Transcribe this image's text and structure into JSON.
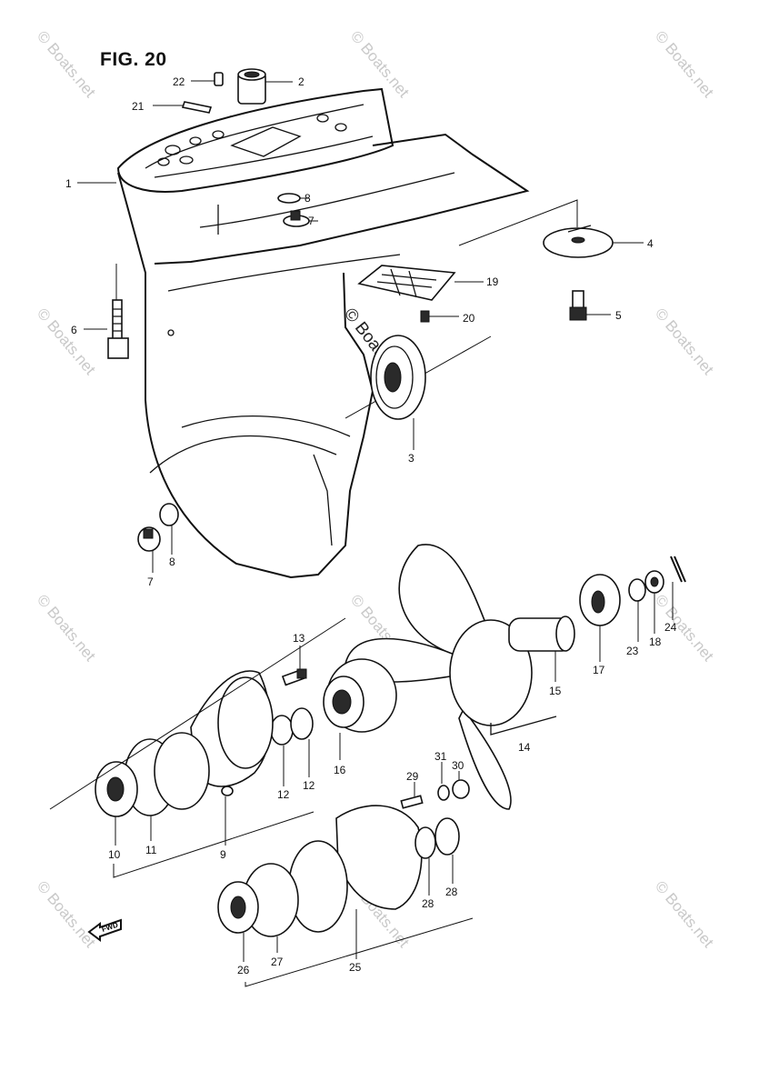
{
  "figure": {
    "title": "FIG. 20"
  },
  "watermark": {
    "text": "© Boats.net"
  },
  "callouts": [
    {
      "id": "c22",
      "label": "22"
    },
    {
      "id": "c2",
      "label": "2"
    },
    {
      "id": "c21",
      "label": "21"
    },
    {
      "id": "c1",
      "label": "1"
    },
    {
      "id": "c8a",
      "label": "8"
    },
    {
      "id": "c7a",
      "label": "7"
    },
    {
      "id": "c4",
      "label": "4"
    },
    {
      "id": "c19",
      "label": "19"
    },
    {
      "id": "c20",
      "label": "20"
    },
    {
      "id": "c5",
      "label": "5"
    },
    {
      "id": "c6",
      "label": "6"
    },
    {
      "id": "c3",
      "label": "3"
    },
    {
      "id": "c7b",
      "label": "7"
    },
    {
      "id": "c8b",
      "label": "8"
    },
    {
      "id": "c24",
      "label": "24"
    },
    {
      "id": "c13",
      "label": "13"
    },
    {
      "id": "c23",
      "label": "23"
    },
    {
      "id": "c18",
      "label": "18"
    },
    {
      "id": "c17",
      "label": "17"
    },
    {
      "id": "c15",
      "label": "15"
    },
    {
      "id": "c16",
      "label": "16"
    },
    {
      "id": "c14",
      "label": "14"
    },
    {
      "id": "c12a",
      "label": "12"
    },
    {
      "id": "c12b",
      "label": "12"
    },
    {
      "id": "c31",
      "label": "31"
    },
    {
      "id": "c30",
      "label": "30"
    },
    {
      "id": "c29",
      "label": "29"
    },
    {
      "id": "c9",
      "label": "9"
    },
    {
      "id": "c10",
      "label": "10"
    },
    {
      "id": "c11",
      "label": "11"
    },
    {
      "id": "c28a",
      "label": "28"
    },
    {
      "id": "c28b",
      "label": "28"
    },
    {
      "id": "c26",
      "label": "26"
    },
    {
      "id": "c27",
      "label": "27"
    },
    {
      "id": "c25",
      "label": "25"
    }
  ],
  "fwd_marker": {
    "text": "FWD"
  }
}
